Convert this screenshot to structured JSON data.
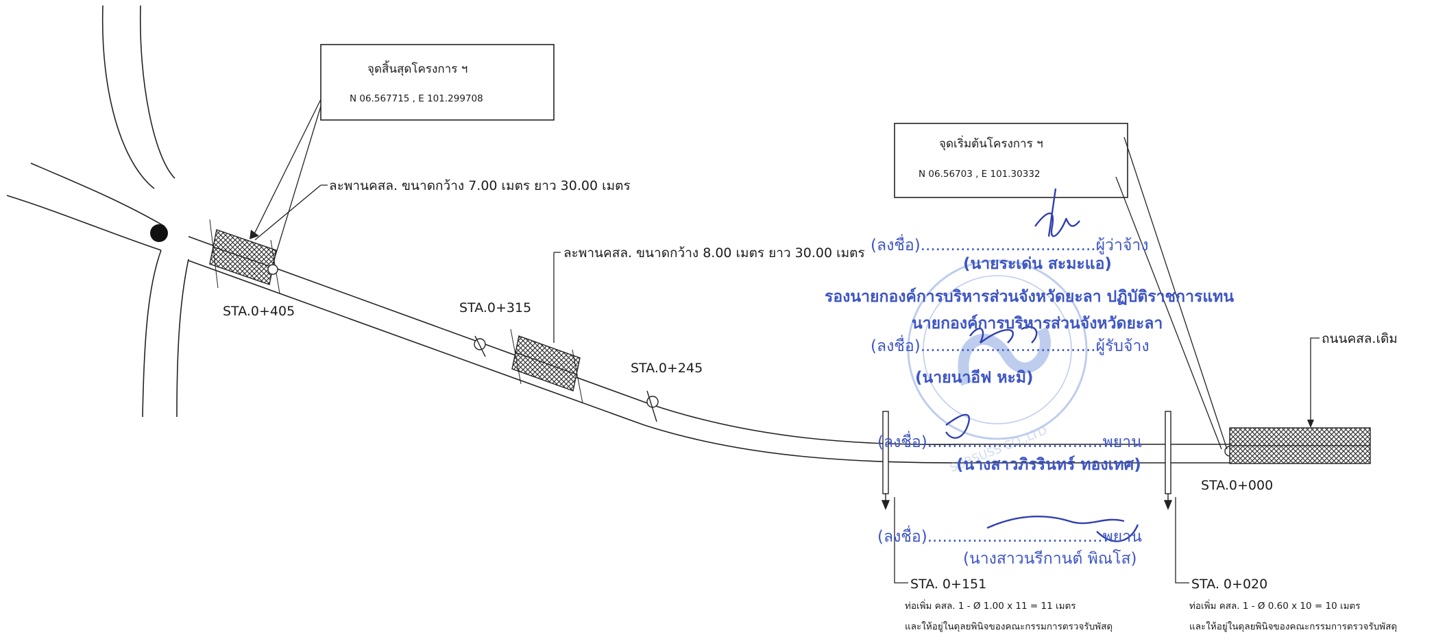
{
  "end_point": {
    "title": "จุดสิ้นสุดโครงการ ฯ",
    "coords": "N 06.567715 , E 101.299708"
  },
  "start_point": {
    "title": "จุดเริ่มต้นโครงการ ฯ",
    "coords": "N 06.56703 , E 101.30332"
  },
  "bridges": {
    "bridge_1": "ละพานคสล. ขนาดกว้าง 7.00 เมตร ยาว 30.00 เมตร",
    "bridge_2": "ละพานคสล. ขนาดกว้าง 8.00 เมตร ยาว 30.00 เมตร"
  },
  "existing_road": "ถนนคสล.เดิม",
  "stations": {
    "sta_405": "STA.0+405",
    "sta_315": "STA.0+315",
    "sta_245": "STA.0+245",
    "sta_000": "STA.0+000",
    "sta_151": "STA. 0+151",
    "sta_020": "STA. 0+020"
  },
  "pipe_notes": {
    "pipe_151_line1": "ท่อเพิ่ม คสล. 1 - Ø 1.00 x 11 = 11 เมตร",
    "pipe_151_line2": "และให้อยู่ในดุลยพินิจของคณะกรรมการตรวจรับพัสดุ",
    "pipe_020_line1": "ท่อเพิ่ม คสล. 1 - Ø 0.60 x 10 = 10 เมตร",
    "pipe_020_line2": "และให้อยู่ในดุลยพินิจของคณะกรรมการตรวจรับพัสดุ"
  },
  "signatures": {
    "employer_sign": "(ลงชื่อ)...................................ผู้ว่าจ้าง",
    "employer_name": "(นายระเด่น สะมะแอ)",
    "employer_title_1": "รองนายกองค์การบริหารส่วนจังหวัดยะลา ปฏิบัติราชการแทน",
    "employer_title_2": "นายกองค์การบริหารส่วนจังหวัดยะลา",
    "contractor_sign": "(ลงชื่อ)...................................ผู้รับจ้าง",
    "contractor_name": "(นายนาอีฟ หะมิ)",
    "witness1_sign": "(ลงชื่อ)...................................พยาน",
    "witness1_name": "(นางสาวภิรรินทร์ ทองเทศ)",
    "witness2_sign": "(ลงชื่อ)...................................พยาน",
    "witness2_name": "(นางสาวนรีกานต์ พิณโส)"
  },
  "stamp_text": "SURSUSS CO.,LTD",
  "colors": {
    "ink": "#1a1a1a",
    "signature_blue": "#3d55c4",
    "stamp_blue": "#8aa6e0"
  }
}
